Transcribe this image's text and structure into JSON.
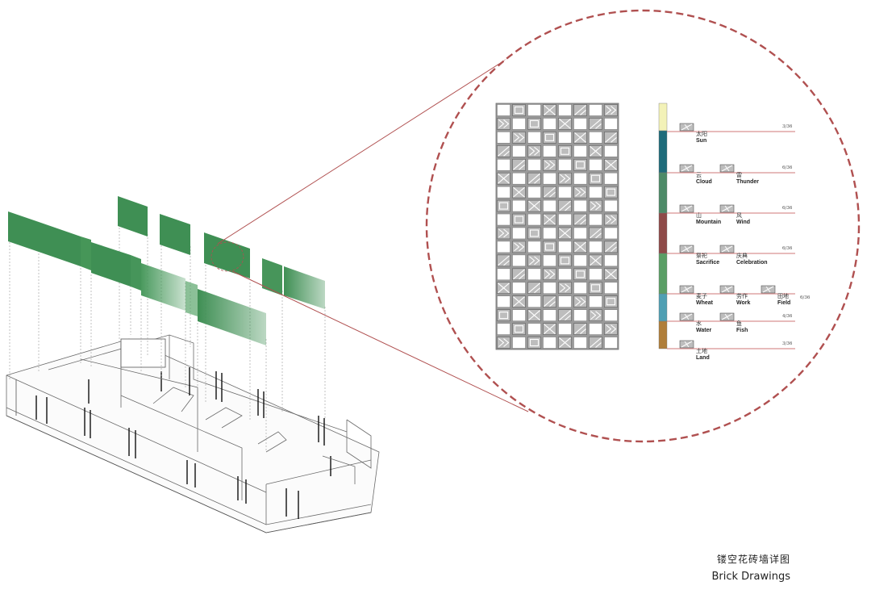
{
  "colors": {
    "panel_green": "#3f8f54",
    "zoom_circle": "#b05050",
    "legend_line": "#cf7777",
    "band_colors": [
      "#f3f2b8",
      "#1f6b7a",
      "#4d8a67",
      "#8e4a48",
      "#5a9e65",
      "#4f9fb3",
      "#b07e3a"
    ]
  },
  "legend": [
    {
      "cn": "太阳",
      "en": "Sun",
      "count": "3/36"
    },
    {
      "cn": "云",
      "en": "Cloud",
      "count": "6/36"
    },
    {
      "cn": "雷",
      "en": "Thunder"
    },
    {
      "cn": "山",
      "en": "Mountain",
      "count": "6/36"
    },
    {
      "cn": "风",
      "en": "Wind"
    },
    {
      "cn": "祭祀",
      "en": "Sacrifice",
      "count": "6/36"
    },
    {
      "cn": "庆典",
      "en": "Celebration"
    },
    {
      "cn": "麦子",
      "en": "Wheat",
      "count": "6/36"
    },
    {
      "cn": "劳作",
      "en": "Work"
    },
    {
      "cn": "田地",
      "en": "Field"
    },
    {
      "cn": "水",
      "en": "Water",
      "count": "4/36"
    },
    {
      "cn": "鱼",
      "en": "Fish"
    },
    {
      "cn": "土地",
      "en": "Land",
      "count": "3/36"
    }
  ],
  "caption": {
    "cn": "镂空花砖墙详图",
    "en": "Brick Drawings"
  }
}
